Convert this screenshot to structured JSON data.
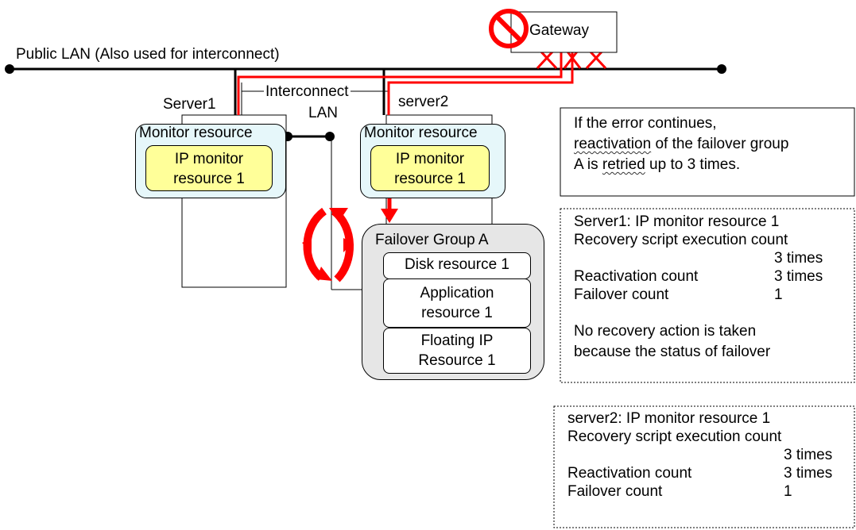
{
  "network": {
    "public_lan_label": "Public LAN (Also used for interconnect)",
    "interconnect_label_1": "Interconnect",
    "interconnect_label_2": "LAN",
    "gateway_label": "Gateway"
  },
  "servers": {
    "server1_label": "Server1",
    "server2_label": "server2",
    "monitor_resource_label": "Monitor resource",
    "ip_monitor_line1": "IP monitor",
    "ip_monitor_line2": "resource 1"
  },
  "failover_group": {
    "title": "Failover Group A",
    "resources": [
      {
        "line1": "Disk resource 1",
        "line2": ""
      },
      {
        "line1": "Application",
        "line2": "resource 1"
      },
      {
        "line1": "Floating IP",
        "line2": "Resource 1"
      }
    ]
  },
  "note_box": {
    "line1": "If the error continues,",
    "line2_emph": "reactivation",
    "line2_rest": " of the failover group",
    "line3_pre": "A is ",
    "line3_emph": "retried",
    "line3_rest": " up to 3 times."
  },
  "server1_status": {
    "title": "Server1: IP monitor resource 1",
    "script_label": "Recovery script execution count",
    "script_value": "3 times",
    "reactivation_label": "Reactivation count",
    "reactivation_value": "3 times",
    "failover_label": "Failover count",
    "failover_value": "1",
    "note_line1": "No recovery action is taken",
    "note_line2": "because the status of failover"
  },
  "server2_status": {
    "title": "server2: IP monitor resource 1",
    "script_label": "Recovery script execution count",
    "script_value": "3 times",
    "reactivation_label": "Reactivation count",
    "reactivation_value": "3 times",
    "failover_label": "Failover count",
    "failover_value": "1"
  },
  "colors": {
    "fault_red": "#ff0000",
    "monitor_fill": "#e6f7fa",
    "ip_monitor_fill": "#ffff99",
    "group_fill": "#e6e6e6"
  }
}
